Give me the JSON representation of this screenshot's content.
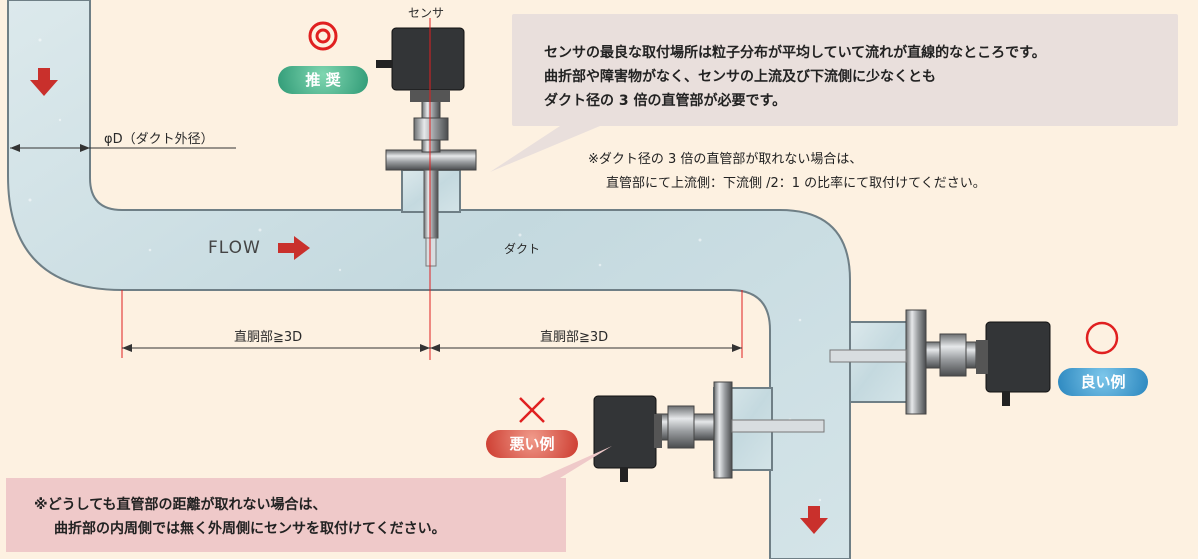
{
  "labels": {
    "sensor": "センサ",
    "duct_diameter": "φD（ダクト外径）",
    "flow": "FLOW",
    "duct": "ダクト",
    "straight_1": "直胴部≧3D",
    "straight_2": "直胴部≧3D"
  },
  "callout_top": {
    "line1": "センサの最良な取付場所は粒子分布が平均していて流れが直線的なところです。",
    "line2": "曲折部や障害物がなく、センサの上流及び下流側に少なくとも",
    "line3": "ダクト径の 3 倍の直管部が必要です。"
  },
  "note_top": {
    "line1": "※ダクト径の 3 倍の直管部が取れない場合は、",
    "line2": "直管部にて上流側：下流側 /2：1 の比率にて取付けてください。"
  },
  "callout_bottom": {
    "line1": "※どうしても直管部の距離が取れない場合は、",
    "line2": "曲折部の内周側では無く外周側にセンサを取付けてください。"
  },
  "badges": {
    "recommended": {
      "label": "推 奨",
      "mark": "◎"
    },
    "good": {
      "label": "良い例",
      "mark": "○"
    },
    "bad": {
      "label": "悪い例",
      "mark": "×"
    }
  },
  "colors": {
    "background": "#fdf1e1",
    "duct_fill": "#c9dde3",
    "arrow": "#c9302c",
    "mark_red": "#e02020",
    "badge_green": "#3aa67f",
    "badge_blue": "#3a95c9",
    "badge_red": "#d44434"
  }
}
